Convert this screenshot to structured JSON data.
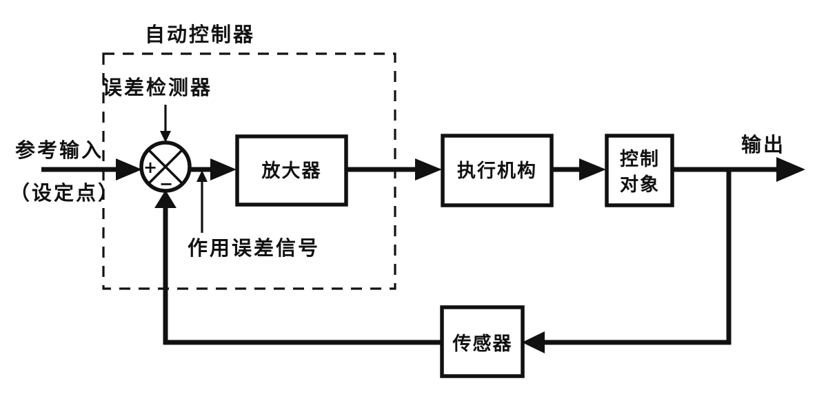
{
  "figure": {
    "kind": "control-system-block-diagram",
    "language": "zh-CN",
    "background_color": "#ffffff",
    "line_color": "#111111"
  },
  "annotations": {
    "controller_region_label": "自动控制器",
    "error_detector_label": "误差检测器",
    "actuating_error_signal_label": "作用误差信号",
    "reference_input_label": "参考输入",
    "setpoint_label": "（设定点）",
    "output_label": "输出"
  },
  "blocks": [
    {
      "id": "amplifier",
      "label": "放大器",
      "lines": [
        "放大器"
      ]
    },
    {
      "id": "actuator",
      "label": "执行机构",
      "lines": [
        "执行机构"
      ]
    },
    {
      "id": "plant",
      "label": "控制对象",
      "lines": [
        "控制",
        "对象"
      ]
    },
    {
      "id": "sensor",
      "label": "传感器",
      "lines": [
        "传感器"
      ]
    }
  ],
  "summing_junction": {
    "id": "error-detector",
    "positive_sign": "+",
    "negative_sign": "−",
    "positive_input": "reference-input",
    "negative_input": "feedback-from-sensor"
  },
  "signal_flow": [
    {
      "from": "reference-input",
      "to": "error-detector"
    },
    {
      "from": "error-detector",
      "to": "amplifier"
    },
    {
      "from": "amplifier",
      "to": "actuator"
    },
    {
      "from": "actuator",
      "to": "plant"
    },
    {
      "from": "plant",
      "to": "output"
    },
    {
      "from": "plant-output-tap",
      "to": "sensor"
    },
    {
      "from": "sensor",
      "to": "error-detector"
    }
  ]
}
